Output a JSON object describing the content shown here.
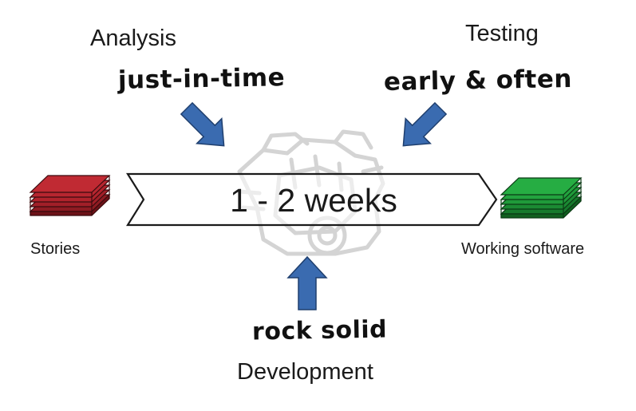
{
  "analysis": {
    "title": "Analysis",
    "note": "just-in-time"
  },
  "testing": {
    "title": "Testing",
    "note": "early & often"
  },
  "development": {
    "title": "Development",
    "note": "rock solid"
  },
  "iteration": {
    "duration": "1 - 2 weeks"
  },
  "input": {
    "label": "Stories",
    "color": "#b0202a"
  },
  "output": {
    "label": "Working software",
    "color": "#1f9a3a"
  },
  "arrow_color": "#3a6bb0",
  "background_icon": "engine-icon"
}
